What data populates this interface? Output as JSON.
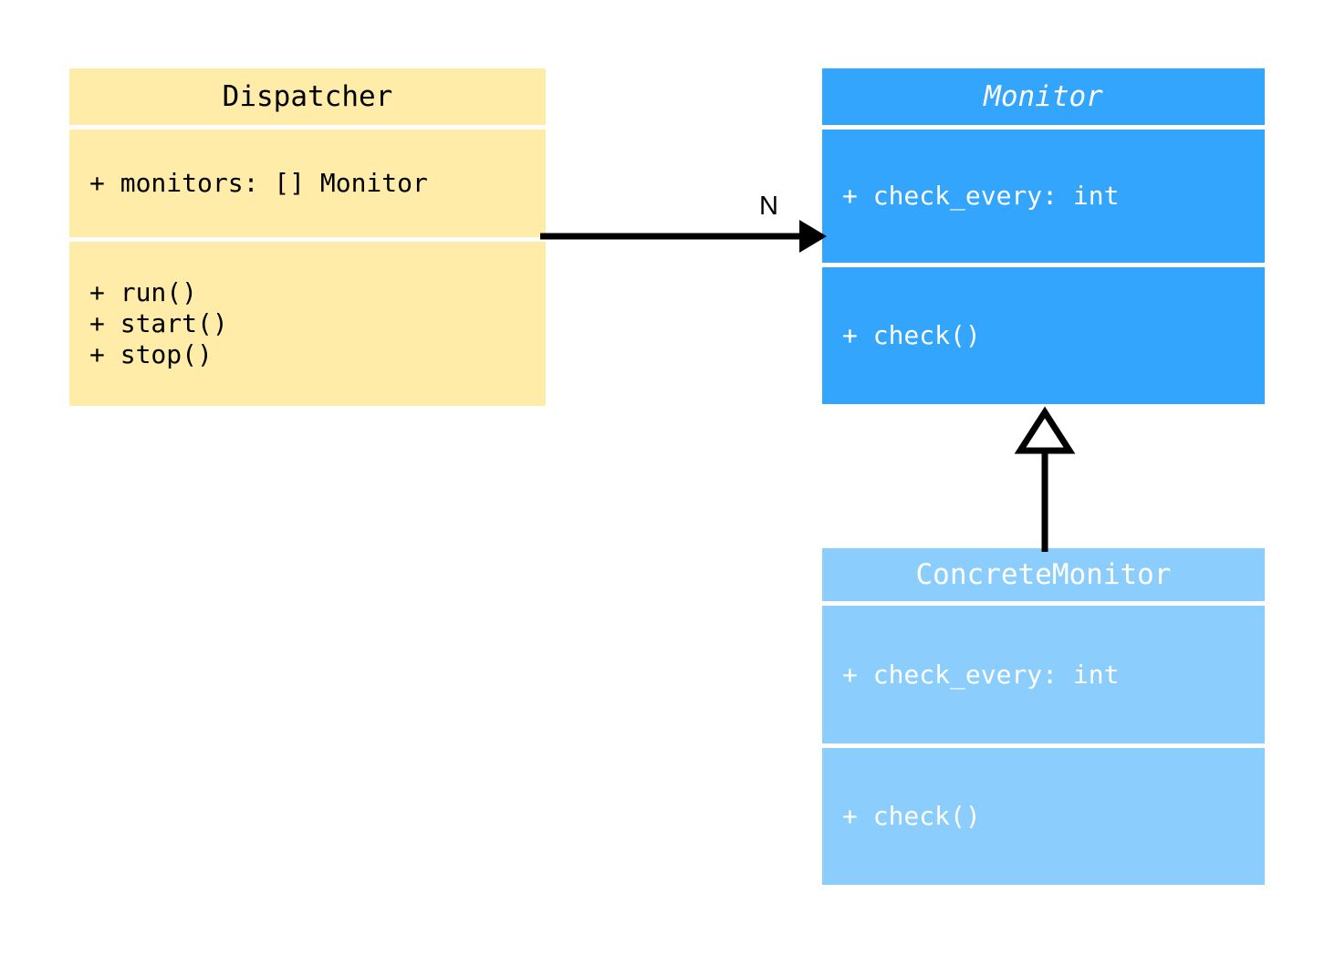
{
  "diagram": {
    "type": "uml-class-diagram",
    "background": "#ffffff"
  },
  "classes": [
    {
      "id": "dispatcher",
      "name": "Dispatcher",
      "abstract": false,
      "fill": "#ffeca8",
      "text_color": "#000000",
      "attributes": [
        "+ monitors: [] Monitor"
      ],
      "operations": [
        "+ run()",
        "+ start()",
        "+ stop()"
      ]
    },
    {
      "id": "monitor",
      "name": "Monitor",
      "abstract": true,
      "fill": "#33a5fc",
      "text_color": "#ffffff",
      "attributes": [
        "+ check_every: int"
      ],
      "operations": [
        "+ check()"
      ]
    },
    {
      "id": "concrete",
      "name": "ConcreteMonitor",
      "abstract": false,
      "fill": "#8bcefd",
      "text_color": "#ffffff",
      "attributes": [
        "+ check_every: int"
      ],
      "operations": [
        "+ check()"
      ]
    }
  ],
  "relationships": [
    {
      "id": "association",
      "kind": "association",
      "from": "Dispatcher",
      "to": "Monitor",
      "multiplicity_label": "N",
      "arrow": "filled-arrowhead",
      "color": "#000000"
    },
    {
      "id": "generalization",
      "kind": "generalization",
      "from": "ConcreteMonitor",
      "to": "Monitor",
      "arrow": "hollow-triangle",
      "color": "#000000"
    }
  ]
}
